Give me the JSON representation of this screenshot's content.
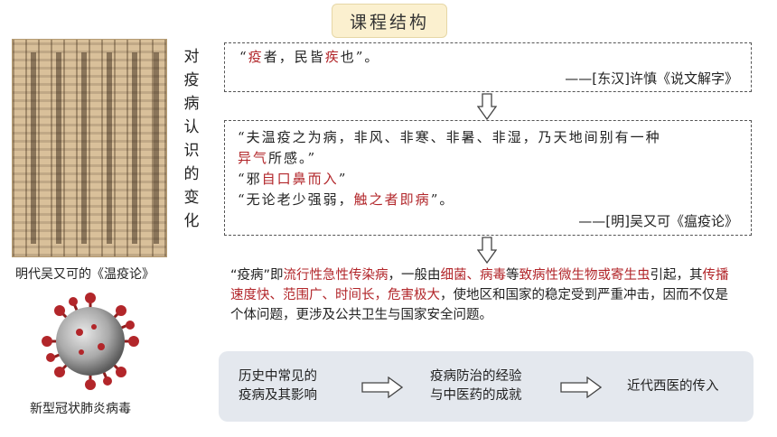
{
  "header": {
    "title": "课程结构"
  },
  "left": {
    "book_caption": "明代吴又可的《温疫论》",
    "virus_caption": "新型冠状肺炎病毒"
  },
  "vertical_title": [
    "对",
    "疫",
    "病",
    "认",
    "识",
    "的",
    "变",
    "化"
  ],
  "quote1": {
    "open": "“",
    "red1": "疫",
    "mid1": "者，民皆",
    "red2": "疾",
    "close": "也”。",
    "source": "——[东汉]许慎《说文解字》"
  },
  "quote2": {
    "line1": "“夫温疫之为病，非风、非寒、非暑、非湿，乃天地间别有一种",
    "line2_red": "异气",
    "line2_rest": "所感。”",
    "line3_open": "“邪",
    "line3_red": "自口鼻而入",
    "line3_close": "”",
    "line4_open": "“无论老少强弱，",
    "line4_red": "触之者即病",
    "line4_close": "”。",
    "source": "——[明]吴又可《瘟疫论》"
  },
  "definition": {
    "t1": "“疫病”即",
    "r1": "流行性急性传染病",
    "t2": "，一般由",
    "r2": "细菌、病毒",
    "t3": "等",
    "r3": "致病性微生物或寄生虫",
    "t4": "引起，其",
    "r4": "传播速度快、范围广、时间长，危害极大",
    "t5": "，使地区和国家的稳定受到严重冲击，因而不仅是个体问题，更涉及公共卫生与国家安全问题。"
  },
  "flow": {
    "step1_l1": "历史中常见的",
    "step1_l2": "疫病及其影响",
    "step2_l1": "疫病防治的经验",
    "step2_l2": "与中医药的成就",
    "step3": "近代西医的传入"
  },
  "colors": {
    "accent_red": "#b2262a",
    "tab_bg": "#fbf0cf",
    "flow_bg": "#e4e8ee"
  }
}
